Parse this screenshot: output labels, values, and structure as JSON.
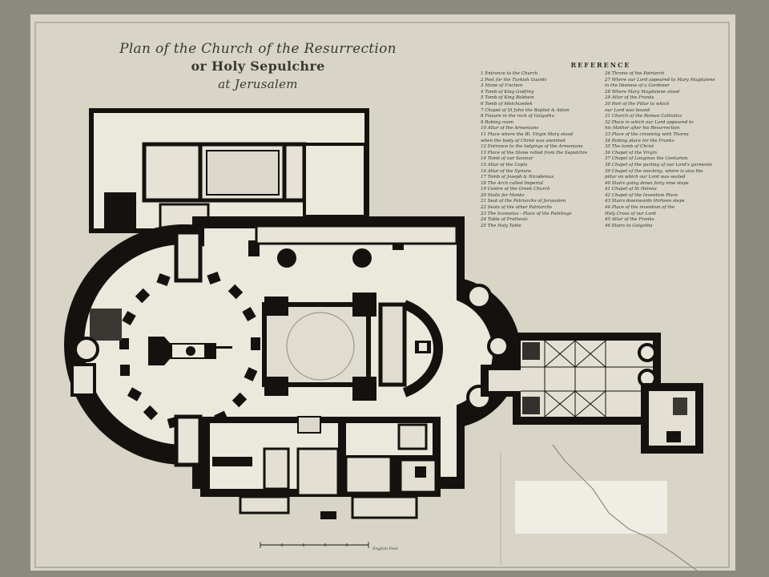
{
  "plan": {
    "title_line1": "Plan of the Church of the Resurrection",
    "title_line2": "or Holy Sepulchre",
    "title_line3": "at Jerusalem",
    "reference_heading": "REFERENCE",
    "scale_label": "English Feet"
  },
  "reference": {
    "left": [
      "1 Entrance to the Church",
      "2 Post for the Turkish Guards",
      "3 Stone of Unction",
      "4 Tomb of King Godfrey",
      "5 Tomb of King Baldwin",
      "6 Tomb of Melchizedek",
      "7 Chapel of St John the Baptist & Adam",
      "8 Fissure in the rock of Golgotha",
      "9 Robing room",
      "10 Altar of the Armenians",
      "11 Place where the Bl. Virgin Mary stood",
      "   when the body of Christ was anointed",
      "12 Entrance to the lodgings of the Armenians",
      "13 Place of the Stone rolled from the Sepulchre",
      "14 Tomb of our Saviour",
      "15 Altar of the Copts",
      "16 Altar of the Syrians",
      "17 Tomb of Joseph & Nicodemus",
      "18 The Arch called Imperial",
      "19 Centre of the Greek Church",
      "20 Stalls for Monks",
      "21 Seat of the Patriarchs of Jerusalem",
      "22 Seats of the other Patriarchs",
      "23 The Iconostas - Place of the Paintings",
      "24 Table of Prothesis",
      "25 The Holy Table"
    ],
    "right": [
      "26 Throne of the Patriarch",
      "27 Where our Lord appeared to Mary Magdalene",
      "   in the likeness of a Gardener",
      "28 Where Mary Magdalene stood",
      "29 Altar of the Franks",
      "30 Part of the Pillar to which",
      "   our Lord was bound",
      "31 Church of the Roman Catholics",
      "32 Place in which our Lord appeared to",
      "   his Mother after his Resurrection",
      "33 Place of the crowning with Thorns",
      "34 Robing place for the Franks",
      "35 The tomb of Christ",
      "36 Chapel of the Virgin",
      "37 Chapel of Longinus the Centurion",
      "38 Chapel of the parting of our Lord's garments",
      "39 Chapel of the mocking, where is also the",
      "   pillar on which our Lord was seated",
      "40 Stairs going down forty nine steps",
      "41 Chapel of St Helena",
      "42 Chapel of the Invention Place",
      "43 Stairs downwards thirteen steps",
      "44 Place of the invention of the",
      "   Holy Cross of our Lord",
      "45 Altar of the Franks",
      "46 Stairs to Golgotha"
    ]
  },
  "colors": {
    "paper": "#d8d5c6",
    "mount": "#8c8a7f",
    "ink": "#14120f",
    "floor": "#ebe8dc"
  }
}
